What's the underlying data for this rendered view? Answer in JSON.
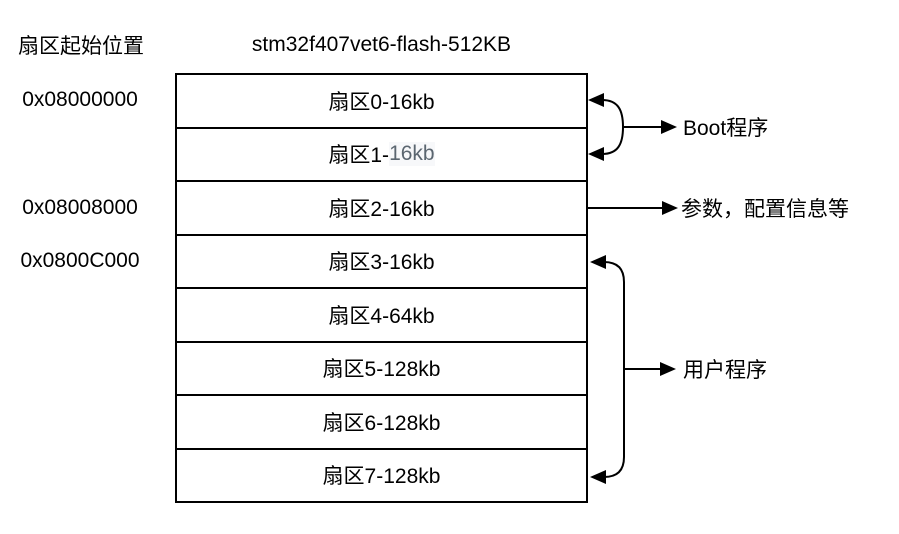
{
  "header": {
    "left_label": "扇区起始位置",
    "title": "stm32f407vet6-flash-512KB"
  },
  "addresses": [
    "0x08000000",
    "0x08008000",
    "0x0800C000"
  ],
  "sectors": [
    {
      "label": "扇区0-16kb"
    },
    {
      "label_prefix": "扇区1-",
      "label_suffix": "16kb"
    },
    {
      "label": "扇区2-16kb"
    },
    {
      "label": "扇区3-16kb"
    },
    {
      "label": "扇区4-64kb"
    },
    {
      "label": "扇区5-128kb"
    },
    {
      "label": "扇区6-128kb"
    },
    {
      "label": "扇区7-128kb"
    }
  ],
  "annotations": {
    "boot": "Boot程序",
    "config": "参数，配置信息等",
    "user": "用户程序"
  },
  "colors": {
    "line": "#000000",
    "background": "#ffffff",
    "sector1_suffix_text": "#5b6670"
  }
}
